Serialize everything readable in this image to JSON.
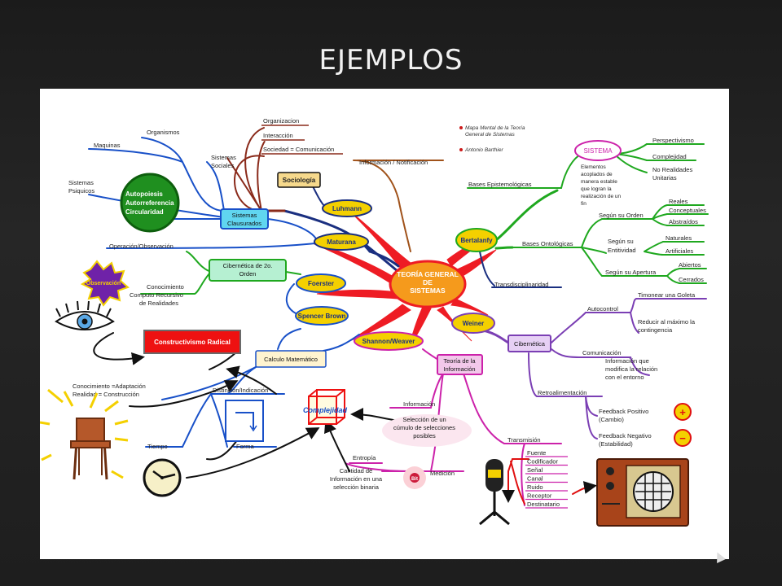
{
  "slide": {
    "title": "EJEMPLOS"
  },
  "colors": {
    "center": "#ee1c24",
    "green": "#1fa81f",
    "purple": "#7b3fb4",
    "blue": "#1850c8",
    "magenta": "#cc22aa",
    "red": "#e01010",
    "yellow": "#f4d000"
  },
  "map": {
    "legend": {
      "line1": "Mapa Mental de la Teoría",
      "line2": "General de Sistemas",
      "author": "Antonio Barthier"
    },
    "center": {
      "line1": "TEORÍA GENERAL",
      "line2": "DE",
      "line3": "SISTEMAS"
    },
    "luhmann": "Luhmann",
    "sociologia": "Sociología",
    "organizacion": "Organizacion",
    "interaccion": "Interacción",
    "sociedad": "Sociedad = Comunicación",
    "info_notif": "Información / Notificación",
    "organismos": "Organismos",
    "maquinas": "Maquinas",
    "sistemas_psiquicos": {
      "line1": "Sistemas",
      "line2": "Psiquicos"
    },
    "sistemas_sociales": {
      "line1": "Sistemas",
      "line2": "Sociales"
    },
    "autopoiesis": {
      "line1": "Autopoiesis",
      "line2": "Autorreferencia",
      "line3": "Circularidad"
    },
    "clausurados": {
      "line1": "Sistemas",
      "line2": "Clausurados"
    },
    "maturana": "Maturana",
    "operacion": "Operación/Observación",
    "cibernetica2": {
      "line1": "Cibernética de 2o.",
      "line2": "Orden"
    },
    "observacion": "Observación",
    "conocimiento": {
      "line1": "Conocimiento",
      "line2": "Computo Recursivo",
      "line3": "de Realidades"
    },
    "foerster": "Foerster",
    "spencer": "Spencer Brown",
    "constructivismo": "Constructivismo Radical",
    "calculo": "Calculo Matemático",
    "distincion": "Distinción/Indicación",
    "conoc_adapt": {
      "line1": "Conocimiento =Adaptación",
      "line2": "Realidad = Construcción"
    },
    "tiempo": "Tiempo",
    "forma": "Forma",
    "complejidad": "Complejidad",
    "shannon": "Shannon/Weaver",
    "teoria_info": {
      "line1": "Teoría de la",
      "line2": "Información"
    },
    "informacion": "Información",
    "seleccion": {
      "line1": "Selección de un",
      "line2": "cúmulo de selecciones",
      "line3": "posibles"
    },
    "entropia": "Entropía",
    "cantidad": {
      "line1": "Cantidad de",
      "line2": "Información en una",
      "line3": "selección binaria"
    },
    "medicion": "Medición",
    "bit": "Bit",
    "transmision": "Transmisión",
    "trans_items": [
      "Fuente",
      "Codificador",
      "Señal",
      "Canal",
      "Ruido",
      "Receptor",
      "Destinatario"
    ],
    "weiner": "Weiner",
    "cibernetica": "Cibernética",
    "autocontrol": "Autocontrol",
    "timonear": "Timonear una Goleta",
    "reducir": {
      "line1": "Reducir al máximo la",
      "line2": "contingencia"
    },
    "comunicacion": "Comunicación",
    "info_que": {
      "line1": "Información que",
      "line2": "modifica la relación",
      "line3": "con el entorno"
    },
    "retro": "Retroalimentación",
    "fb_pos": {
      "line1": "Feedback Positivo",
      "line2": "(Cambio)"
    },
    "fb_neg": {
      "line1": "Feedback Negativo",
      "line2": "(Estabilidad)"
    },
    "plus": "+",
    "minus": "−",
    "bertalanfy": "Bertalanfy",
    "transdisc": "Transdisciplinaridad",
    "bases_epist": "Bases Epistemológicas",
    "sistema": "SISTEMA",
    "elementos": {
      "line1": "Elementos",
      "line2": "acoplados de",
      "line3": "manera estable",
      "line4": "que logran la",
      "line5": "realización de un",
      "line6": "fin"
    },
    "perspectivismo": "Perspectivismo",
    "complejidad2": "Complejidad",
    "no_realidades": {
      "line1": "No Realidades",
      "line2": "Unitarias"
    },
    "bases_ont": "Bases Ontológicas",
    "segun_orden": "Según su Orden",
    "reales": "Reales",
    "conceptuales": "Conceptuales",
    "abstraidos": "Abstraídos",
    "segun_entitividad": {
      "line1": "Según su",
      "line2": "Entitividad"
    },
    "naturales": "Naturales",
    "artificiales": "Artificiales",
    "segun_apertura": "Según su Apertura",
    "abiertos": "Abiertos",
    "cerrados": "Cerrados"
  }
}
